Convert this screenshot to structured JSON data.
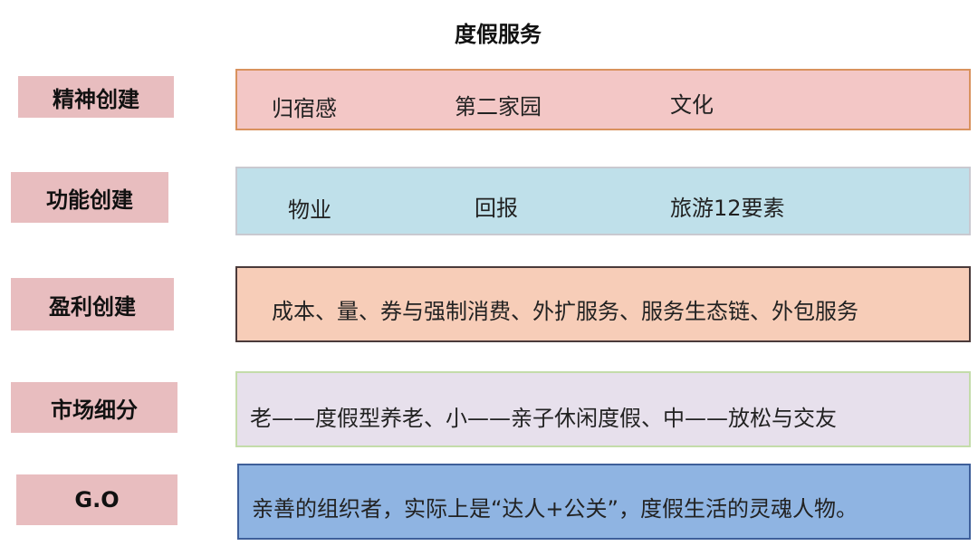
{
  "title": "度假服务",
  "rows": [
    {
      "label": "精神创建",
      "items": [
        "归宿感",
        "第二家园",
        "文化"
      ]
    },
    {
      "label": "功能创建",
      "items": [
        "物业",
        "回报",
        "旅游12要素"
      ]
    },
    {
      "label": "盈利创建",
      "text": "成本、量、券与强制消费、外扩服务、服务生态链、外包服务"
    },
    {
      "label": "市场细分",
      "text": "老——度假型养老、小——亲子休闲度假、中——放松与交友"
    },
    {
      "label": "G.O",
      "text": "亲善的组织者，实际上是“达人+公关”，度假生活的灵魂人物。"
    }
  ],
  "colors": {
    "label_bg": "#e8bdbf",
    "row1_bg": "#f3c7c6",
    "row2_bg": "#bfe0ea",
    "row3_bg": "#f7cdb8",
    "row4_bg": "#e7e0ec",
    "row5_bg": "#8fb4e2"
  }
}
